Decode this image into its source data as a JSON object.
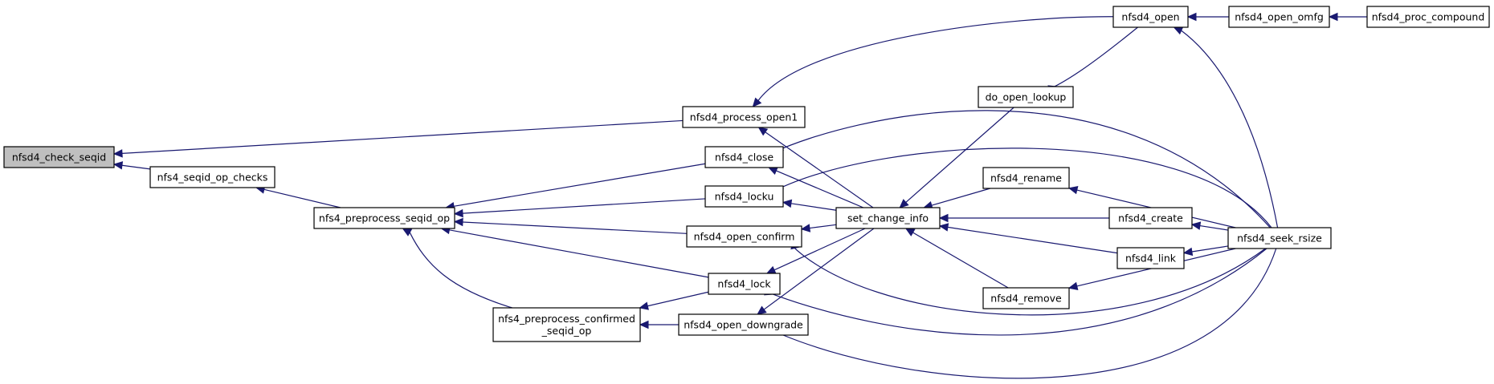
{
  "graph": {
    "edge_color": "#191970",
    "root_fill": "#bfbfbf",
    "nodes": [
      {
        "id": "check_seqid",
        "lines": [
          "nfsd4_check_seqid"
        ],
        "root": true
      },
      {
        "id": "seqid_op_checks",
        "lines": [
          "nfs4_seqid_op_checks"
        ]
      },
      {
        "id": "preprocess_seqid_op",
        "lines": [
          "nfs4_preprocess_seqid_op"
        ]
      },
      {
        "id": "preprocess_confirmed",
        "lines": [
          "nfs4_preprocess_confirmed",
          "_seqid_op"
        ]
      },
      {
        "id": "process_open1",
        "lines": [
          "nfsd4_process_open1"
        ]
      },
      {
        "id": "close",
        "lines": [
          "nfsd4_close"
        ]
      },
      {
        "id": "locku",
        "lines": [
          "nfsd4_locku"
        ]
      },
      {
        "id": "open_confirm",
        "lines": [
          "nfsd4_open_confirm"
        ]
      },
      {
        "id": "lock",
        "lines": [
          "nfsd4_lock"
        ]
      },
      {
        "id": "open_downgrade",
        "lines": [
          "nfsd4_open_downgrade"
        ]
      },
      {
        "id": "set_change_info",
        "lines": [
          "set_change_info"
        ]
      },
      {
        "id": "open",
        "lines": [
          "nfsd4_open"
        ]
      },
      {
        "id": "do_open_lookup",
        "lines": [
          "do_open_lookup"
        ]
      },
      {
        "id": "rename",
        "lines": [
          "nfsd4_rename"
        ]
      },
      {
        "id": "create",
        "lines": [
          "nfsd4_create"
        ]
      },
      {
        "id": "link",
        "lines": [
          "nfsd4_link"
        ]
      },
      {
        "id": "remove",
        "lines": [
          "nfsd4_remove"
        ]
      },
      {
        "id": "open_omfg",
        "lines": [
          "nfsd4_open_omfg"
        ]
      },
      {
        "id": "proc_compound",
        "lines": [
          "nfsd4_proc_compound"
        ]
      },
      {
        "id": "seek_rsize",
        "lines": [
          "nfsd4_seek_rsize"
        ]
      }
    ],
    "edges": [
      [
        "seqid_op_checks",
        "check_seqid"
      ],
      [
        "process_open1",
        "check_seqid"
      ],
      [
        "preprocess_seqid_op",
        "seqid_op_checks"
      ],
      [
        "close",
        "preprocess_seqid_op"
      ],
      [
        "locku",
        "preprocess_seqid_op"
      ],
      [
        "open_confirm",
        "preprocess_seqid_op"
      ],
      [
        "lock",
        "preprocess_seqid_op"
      ],
      [
        "preprocess_confirmed",
        "preprocess_seqid_op"
      ],
      [
        "lock",
        "preprocess_confirmed"
      ],
      [
        "open_downgrade",
        "preprocess_confirmed"
      ],
      [
        "open",
        "process_open1"
      ],
      [
        "set_change_info",
        "process_open1"
      ],
      [
        "set_change_info",
        "close"
      ],
      [
        "seek_rsize",
        "close"
      ],
      [
        "set_change_info",
        "locku"
      ],
      [
        "seek_rsize",
        "locku"
      ],
      [
        "set_change_info",
        "open_confirm"
      ],
      [
        "seek_rsize",
        "open_confirm"
      ],
      [
        "set_change_info",
        "lock"
      ],
      [
        "seek_rsize",
        "lock"
      ],
      [
        "set_change_info",
        "open_downgrade"
      ],
      [
        "seek_rsize",
        "open_downgrade"
      ],
      [
        "do_open_lookup",
        "set_change_info"
      ],
      [
        "rename",
        "set_change_info"
      ],
      [
        "create",
        "set_change_info"
      ],
      [
        "link",
        "set_change_info"
      ],
      [
        "remove",
        "set_change_info"
      ],
      [
        "open",
        "do_open_lookup"
      ],
      [
        "open_omfg",
        "open"
      ],
      [
        "seek_rsize",
        "open"
      ],
      [
        "proc_compound",
        "open_omfg"
      ],
      [
        "seek_rsize",
        "rename"
      ],
      [
        "seek_rsize",
        "create"
      ],
      [
        "seek_rsize",
        "link"
      ],
      [
        "seek_rsize",
        "remove"
      ]
    ]
  }
}
